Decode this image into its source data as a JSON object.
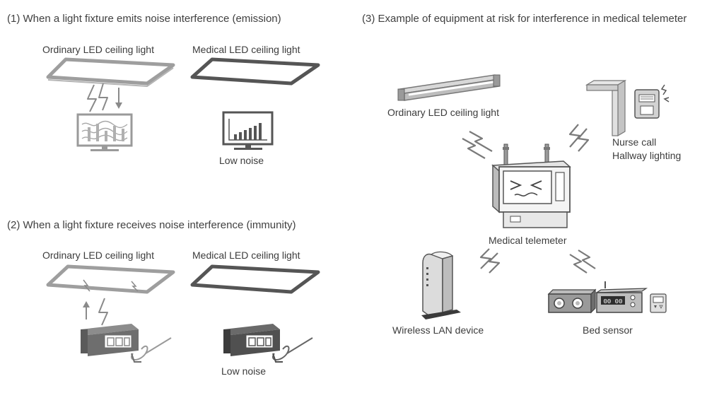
{
  "sections": {
    "emission": {
      "heading": "(1) When a light fixture emits noise interference (emission)",
      "ordinary_label": "Ordinary LED ceiling light",
      "medical_label": "Medical LED ceiling light",
      "low_noise_label": "Low noise"
    },
    "immunity": {
      "heading": "(2) When a light fixture receives noise interference (immunity)",
      "ordinary_label": "Ordinary LED ceiling light",
      "medical_label": "Medical LED ceiling light",
      "low_noise_label": "Low noise"
    },
    "telemeter": {
      "heading": "(3) Example of equipment at risk for interference in medical telemeter",
      "ceiling_light_label": "Ordinary LED ceiling light",
      "nurse_call_label": "Nurse call",
      "hallway_lighting_label": "Hallway lighting",
      "telemeter_label": "Medical telemeter",
      "wireless_lan_label": "Wireless LAN device",
      "bed_sensor_label": "Bed sensor",
      "bed_sensor_display": "00 00"
    }
  }
}
